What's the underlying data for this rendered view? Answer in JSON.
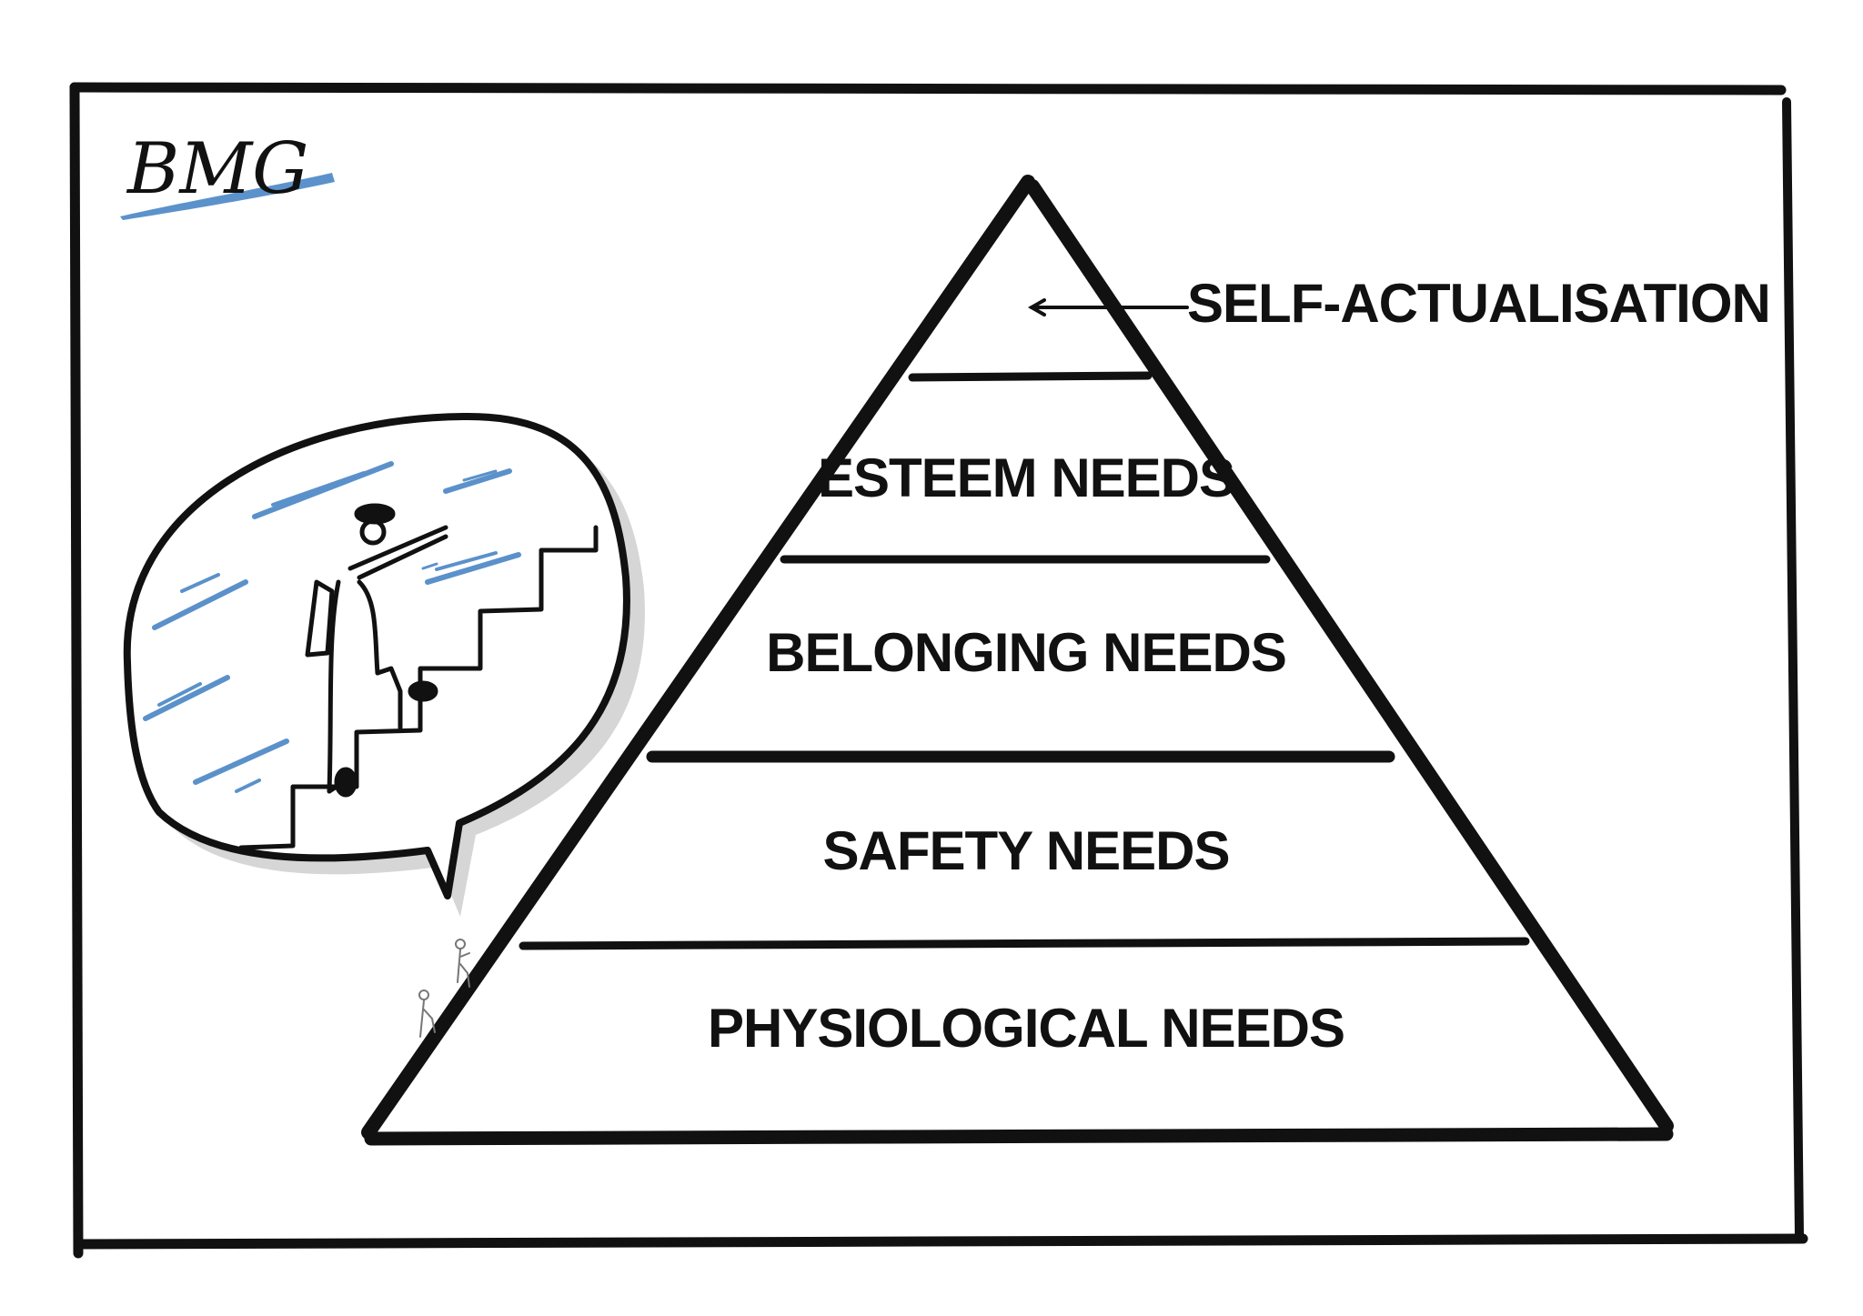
{
  "logo": {
    "text": "BMG",
    "accent_color": "#4a86c5"
  },
  "pyramid": {
    "levels": [
      {
        "label": "SELF-ACTUALISATION"
      },
      {
        "label": "ESTEEM NEEDS"
      },
      {
        "label": "BELONGING NEEDS"
      },
      {
        "label": "SAFETY NEEDS"
      },
      {
        "label": "PHYSIOLOGICAL NEEDS"
      }
    ]
  },
  "illustration": {
    "subject": "person-climbing-stairs",
    "stroke_color": "#111111",
    "sky_color": "#4a86c5"
  }
}
